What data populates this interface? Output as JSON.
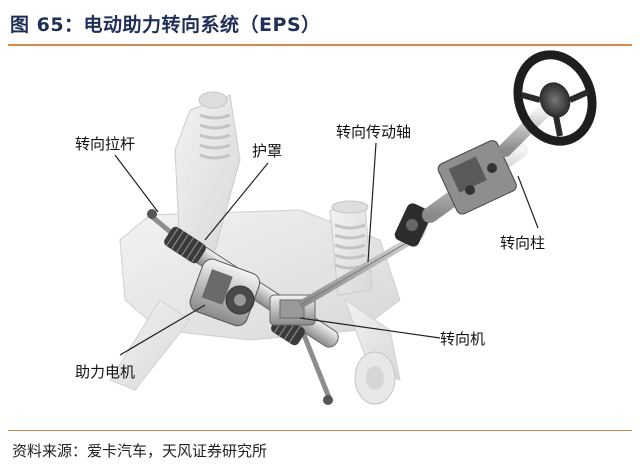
{
  "title": "图 65：电动助力转向系统（EPS）",
  "source": "资料来源：爱卡汽车，天风证券研究所",
  "labels": {
    "tie_rod": "转向拉杆",
    "boot": "护罩",
    "intermediate_shaft": "转向传动轴",
    "steering_column": "转向柱",
    "steering_gear": "转向机",
    "assist_motor": "助力电机"
  },
  "colors": {
    "title": "#1f2f56",
    "rule": "#d9874a"
  }
}
